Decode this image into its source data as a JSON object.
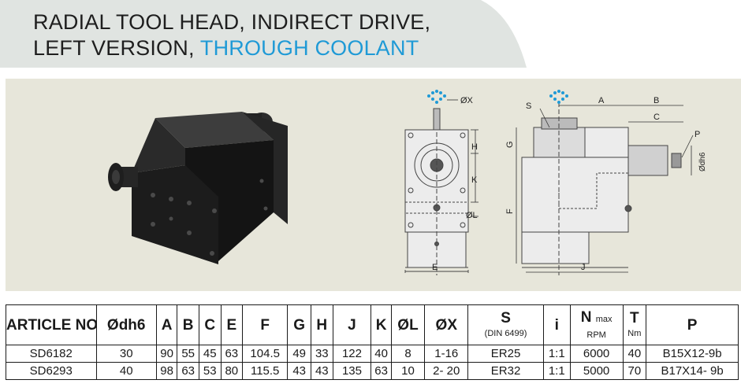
{
  "title": {
    "line1": "RADIAL TOOL HEAD, INDIRECT DRIVE,",
    "line2_main": "LEFT VERSION,",
    "line2_accent": "THROUGH COOLANT"
  },
  "colors": {
    "title_banner": "#e0e4e1",
    "accent": "#1f9ad6",
    "figure_band": "#e7e6da"
  },
  "drawing_labels": {
    "ox": "ØX",
    "h": "H",
    "k": "K",
    "ol": "ØL",
    "e": "E",
    "s": "S",
    "a": "A",
    "b": "B",
    "c": "C",
    "p": "P",
    "odh6": "Ødh6",
    "g": "G",
    "f": "F",
    "j": "J"
  },
  "table": {
    "headers": {
      "article": "ARTICLE NO.",
      "dh6": "Ødh6",
      "a": "A",
      "b": "B",
      "c": "C",
      "e": "E",
      "f": "F",
      "g": "G",
      "h": "H",
      "j": "J",
      "k": "K",
      "l": "ØL",
      "x": "ØX",
      "s": "S",
      "s_sub": "(DIN 6499)",
      "i": "i",
      "n": "N",
      "n_sub": "max",
      "n_unit": "RPM",
      "t": "T",
      "t_unit": "Nm",
      "p": "P"
    },
    "rows": [
      {
        "article": "SD6182",
        "dh6": "30",
        "a": "90",
        "b": "55",
        "c": "45",
        "e": "63",
        "f": "104.5",
        "g": "49",
        "h": "33",
        "j": "122",
        "k": "40",
        "l": "8",
        "x": "1-16",
        "s": "ER25",
        "i": "1:1",
        "n": "6000",
        "t": "40",
        "p": "B15X12-9b"
      },
      {
        "article": "SD6293",
        "dh6": "40",
        "a": "98",
        "b": "63",
        "c": "53",
        "e": "80",
        "f": "115.5",
        "g": "43",
        "h": "43",
        "j": "135",
        "k": "63",
        "l": "10",
        "x": "2- 20",
        "s": "ER32",
        "i": "1:1",
        "n": "5000",
        "t": "70",
        "p": "B17X14- 9b"
      }
    ]
  }
}
